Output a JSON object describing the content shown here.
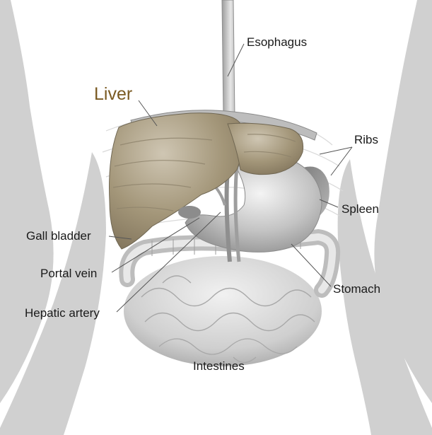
{
  "labels": {
    "liver": "Liver",
    "esophagus": "Esophagus",
    "ribs": "Ribs",
    "spleen": "Spleen",
    "gall_bladder": "Gall bladder",
    "portal_vein": "Portal vein",
    "hepatic_artery": "Hepatic artery",
    "stomach": "Stomach",
    "intestines": "Intestines"
  },
  "colors": {
    "liver_fill": "#9c8f76",
    "liver_label": "#7a5a22",
    "body_outline": "#cfcfcf",
    "organ_gray": "#c9c9c9"
  }
}
